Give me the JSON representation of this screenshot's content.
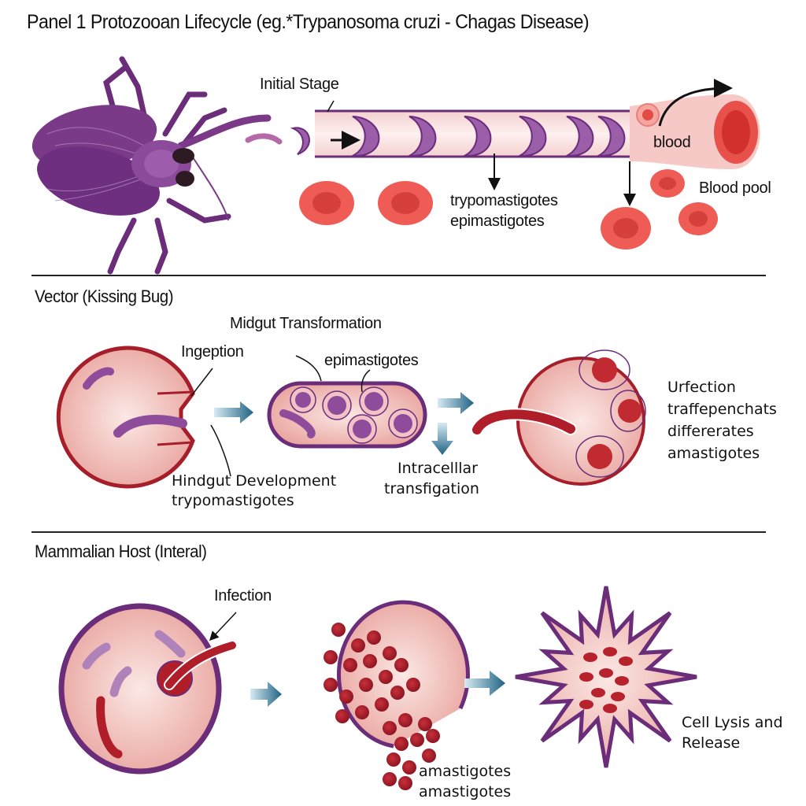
{
  "title": "Panel 1  Protozooan Lifecycle (eg.*Trypanosoma cruzi - Chagas Disease)",
  "panel_top": {
    "labels": {
      "initial_stage": "Initial Stage",
      "blood": "blood",
      "blood_pool": "Blood pool",
      "stage_line1": "trypomastigotes",
      "stage_line2": "epimastigotes"
    }
  },
  "section_vector": {
    "heading": "Vector (Kissing Bug)",
    "labels": {
      "midgut": "Midgut Transformation",
      "ingestion": "Ingeption",
      "epimastigotes": "epimastigotes",
      "hindgut_line1": "Hindgut Development",
      "hindgut_line2": "trypomastigotes",
      "intracellular_line1": "Intracelllar",
      "intracellular_line2": "transfigation",
      "infection_line1": "Urfection",
      "infection_line2": "traffepenchats",
      "infection_line3": "differerates",
      "infection_line4": "amastigotes"
    }
  },
  "section_host": {
    "heading": "Mammalian Host (Interal)",
    "labels": {
      "infection": "Infection",
      "amastigotes_line1": "amastigotes",
      "amastigotes_line2": "amastigotes",
      "lysis_line1": "Cell Lysis and",
      "lysis_line2": "Release"
    }
  },
  "colors": {
    "purple": "#6b2d7a",
    "purple_light": "#9a5ea8",
    "cell_pink": "#f2c4c0",
    "blood_red": "#e8504a",
    "dark_red": "#a51e2a",
    "arrow_blue": "#2a6a8a"
  }
}
